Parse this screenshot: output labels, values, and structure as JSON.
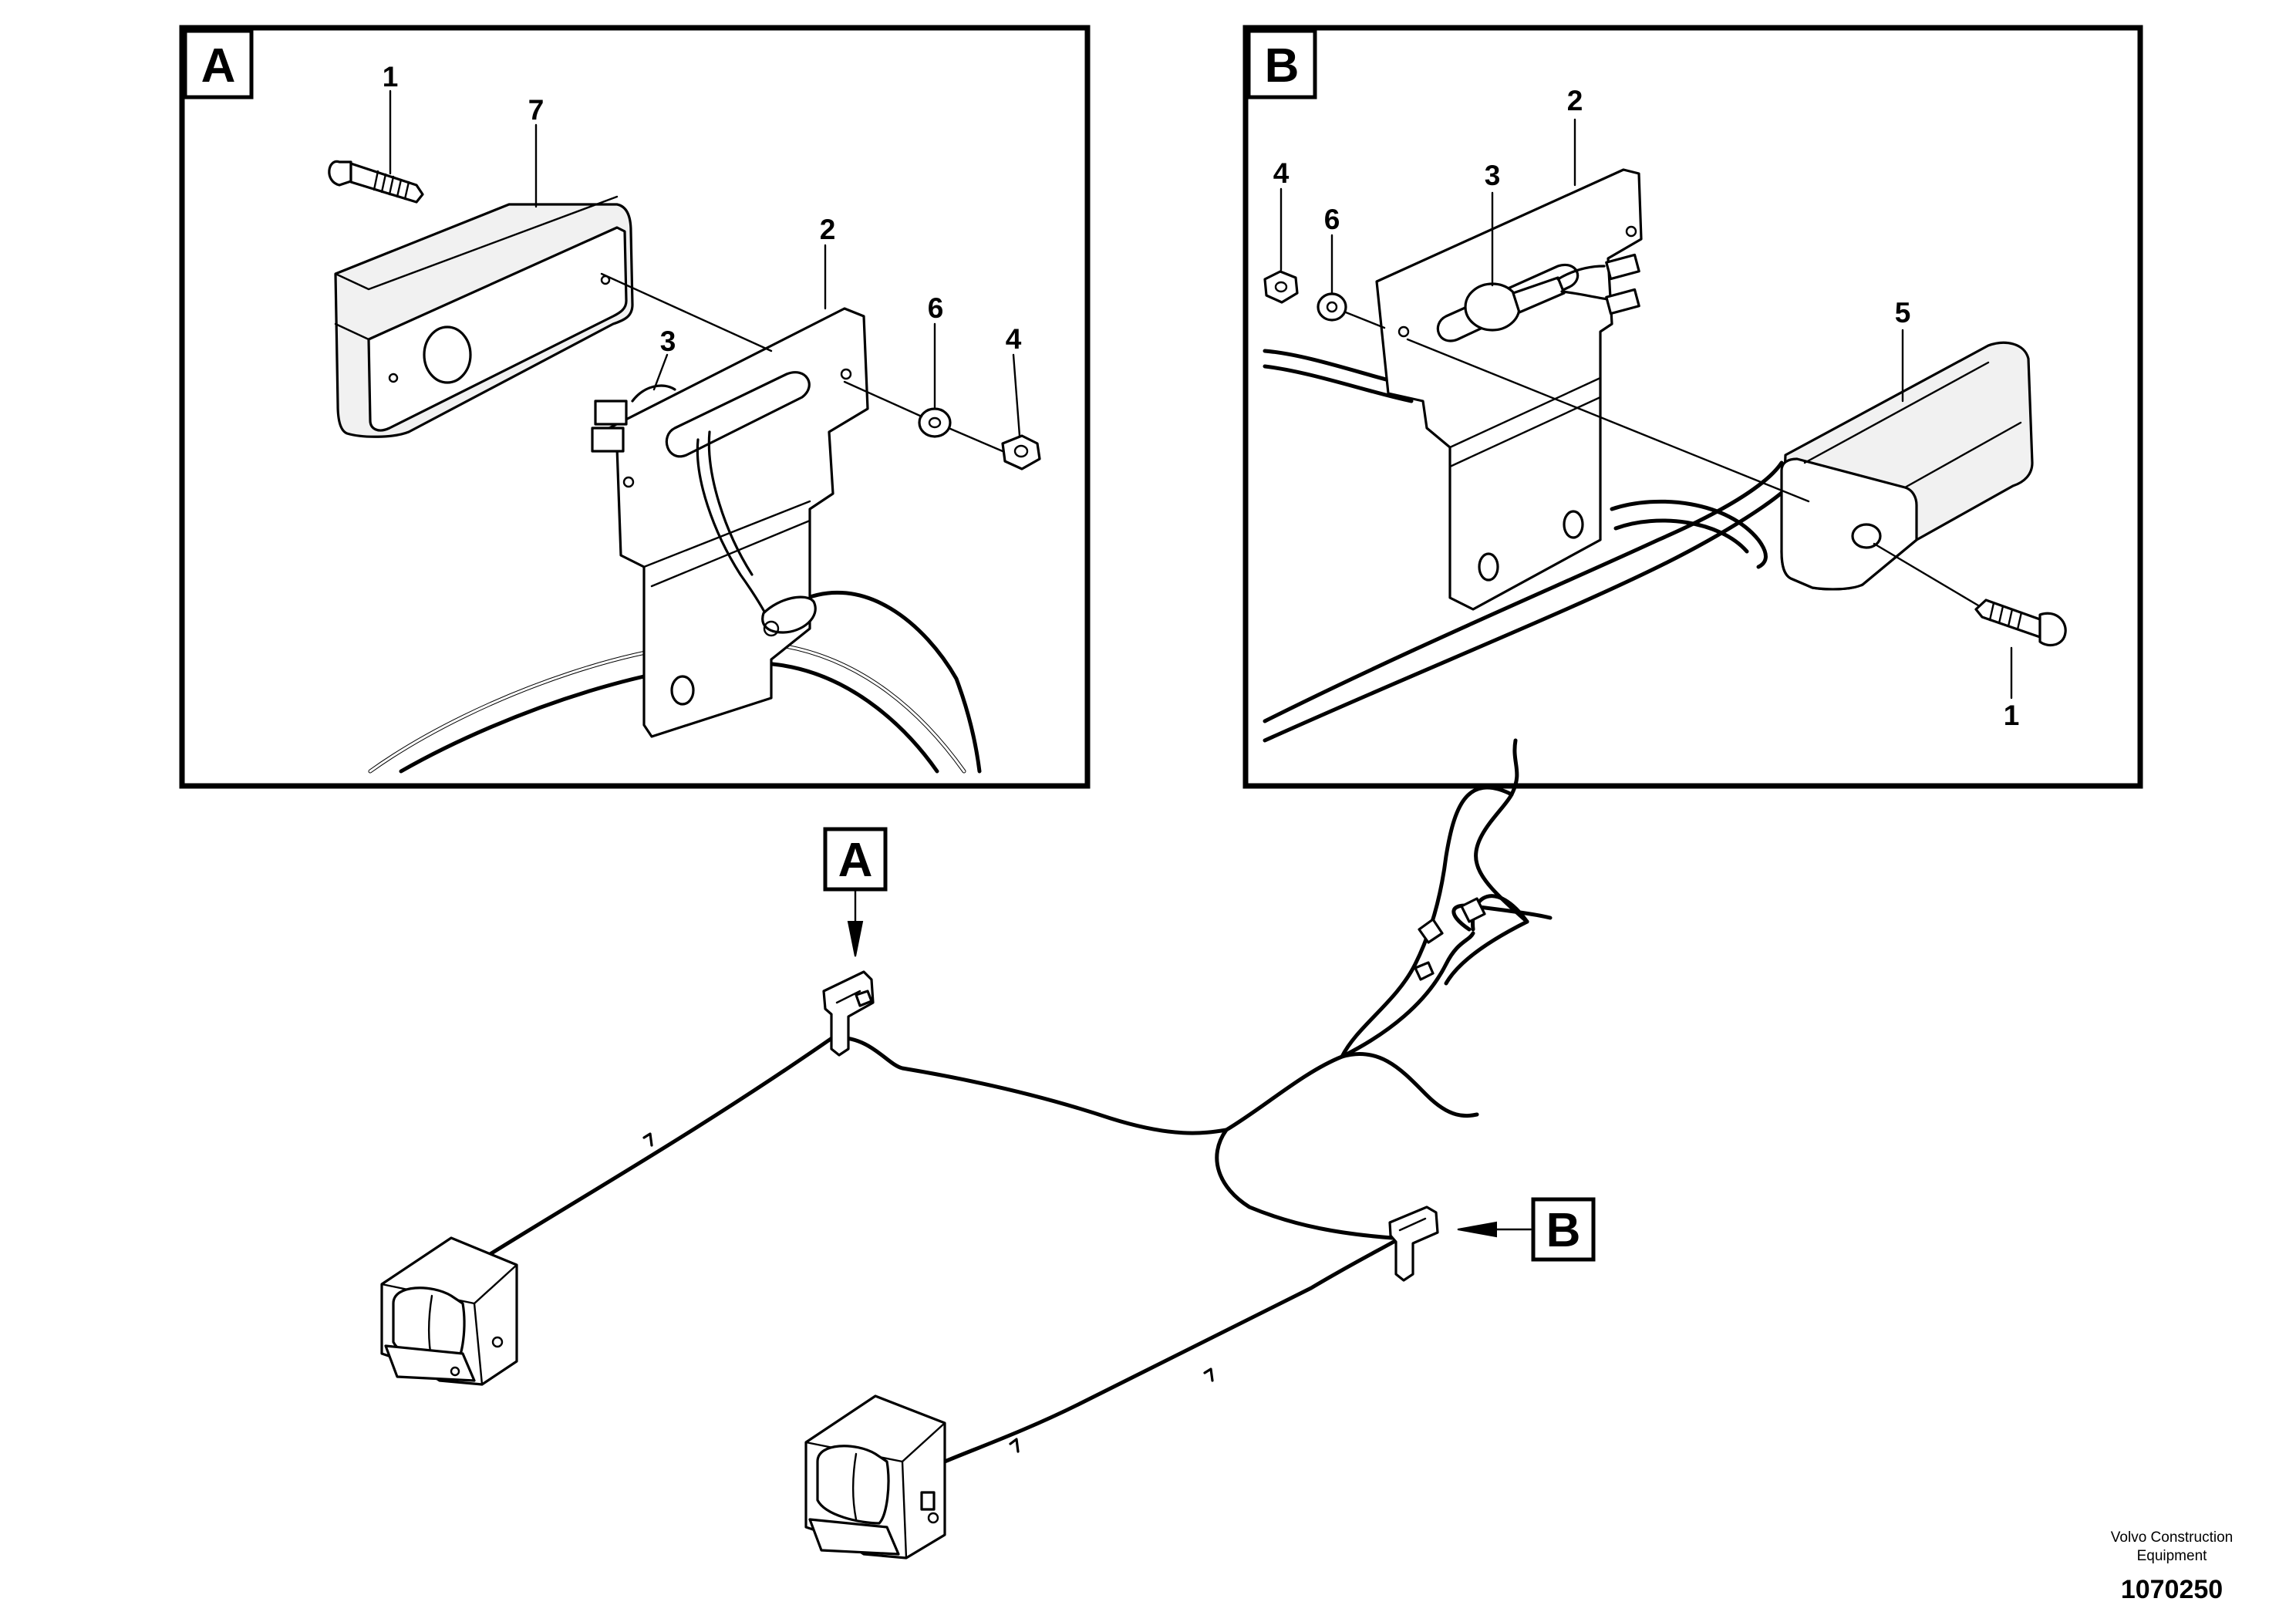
{
  "detail_a": {
    "tag": "A",
    "callouts": [
      "1",
      "7",
      "2",
      "3",
      "6",
      "4"
    ]
  },
  "detail_b": {
    "tag": "B",
    "callouts": [
      "2",
      "4",
      "6",
      "3",
      "5",
      "1"
    ]
  },
  "overview": {
    "pointer_a": "A",
    "pointer_b": "B"
  },
  "footer": {
    "company_line1": "Volvo Construction",
    "company_line2": "Equipment",
    "document_number": "1070250"
  }
}
